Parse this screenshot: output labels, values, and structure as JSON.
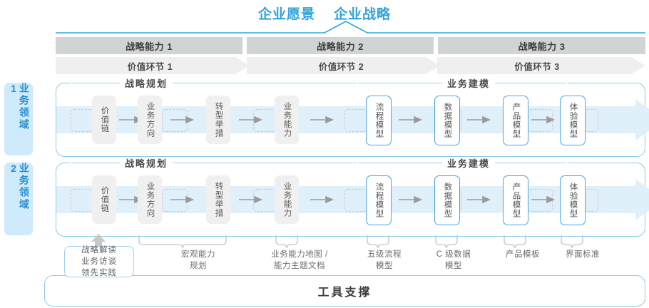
{
  "header": {
    "titles": [
      "企业愿景",
      "企业战略"
    ],
    "accent_color": "#2fa3dd"
  },
  "capability_bar": {
    "items": [
      "战略能力 1",
      "战略能力 2",
      "战略能力 3"
    ],
    "bg_color": "#d1d4d4"
  },
  "value_bar": {
    "items": [
      "价值环节 1",
      "价值环节 2",
      "价值环节 3"
    ],
    "bg_color": "#efefef"
  },
  "domains": [
    {
      "label": "业务领域 1"
    },
    {
      "label": "业务领域 2"
    }
  ],
  "sections": {
    "planning": "战略规划",
    "modeling": "业务建模"
  },
  "nodes": {
    "planning": [
      "价值链",
      "业务方向",
      "转型举措",
      "业务能力"
    ],
    "modeling": [
      "流程模型",
      "数据模型",
      "产品模型",
      "体验模型"
    ]
  },
  "footer_notes": {
    "strategy_box": [
      "战略解读",
      "业务访谈",
      "领先实践"
    ],
    "labels": [
      "宏观能力\n规划",
      "业务能力地图 /\n能力主题文档",
      "五级流程\n模型",
      "C 级数据\n模型",
      "产品模板",
      "界面标准"
    ]
  },
  "toolbar": {
    "label": "工具支撑"
  }
}
